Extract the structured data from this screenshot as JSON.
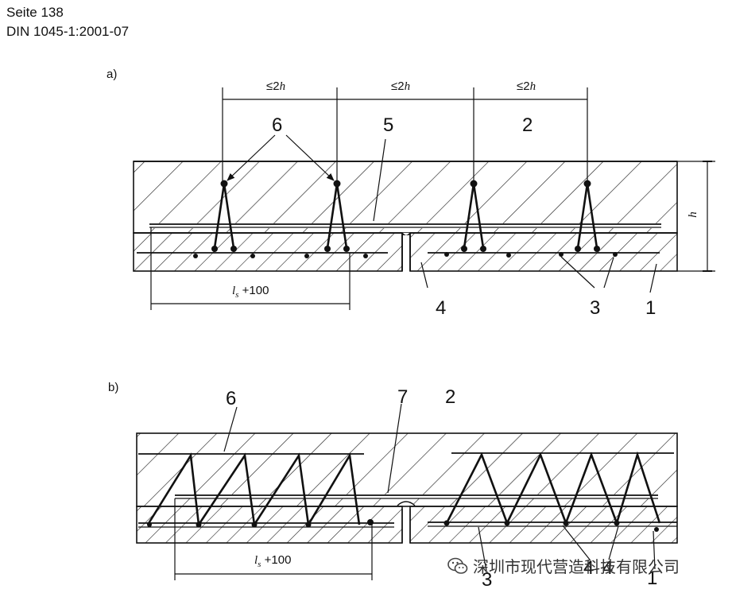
{
  "header": {
    "page": "Seite 138",
    "standard": "DIN 1045-1:2001-07"
  },
  "figure_a": {
    "label": "a)",
    "spacing_label": "≤2",
    "spacing_var": "h",
    "height_label": "h",
    "lap_var": "l",
    "lap_sub": "s",
    "lap_suffix": "+100",
    "callouts": [
      "6",
      "5",
      "2",
      "4",
      "3",
      "1"
    ]
  },
  "figure_b": {
    "label": "b)",
    "lap_var": "l",
    "lap_sub": "s",
    "lap_suffix": "+100",
    "callouts": [
      "6",
      "7",
      "2",
      "3",
      "4",
      "4",
      "1"
    ]
  },
  "watermark": {
    "icon": "wechat-icon",
    "text": "深圳市现代营造科技有限公司"
  },
  "colors": {
    "ink": "#111111",
    "paper": "#ffffff"
  }
}
